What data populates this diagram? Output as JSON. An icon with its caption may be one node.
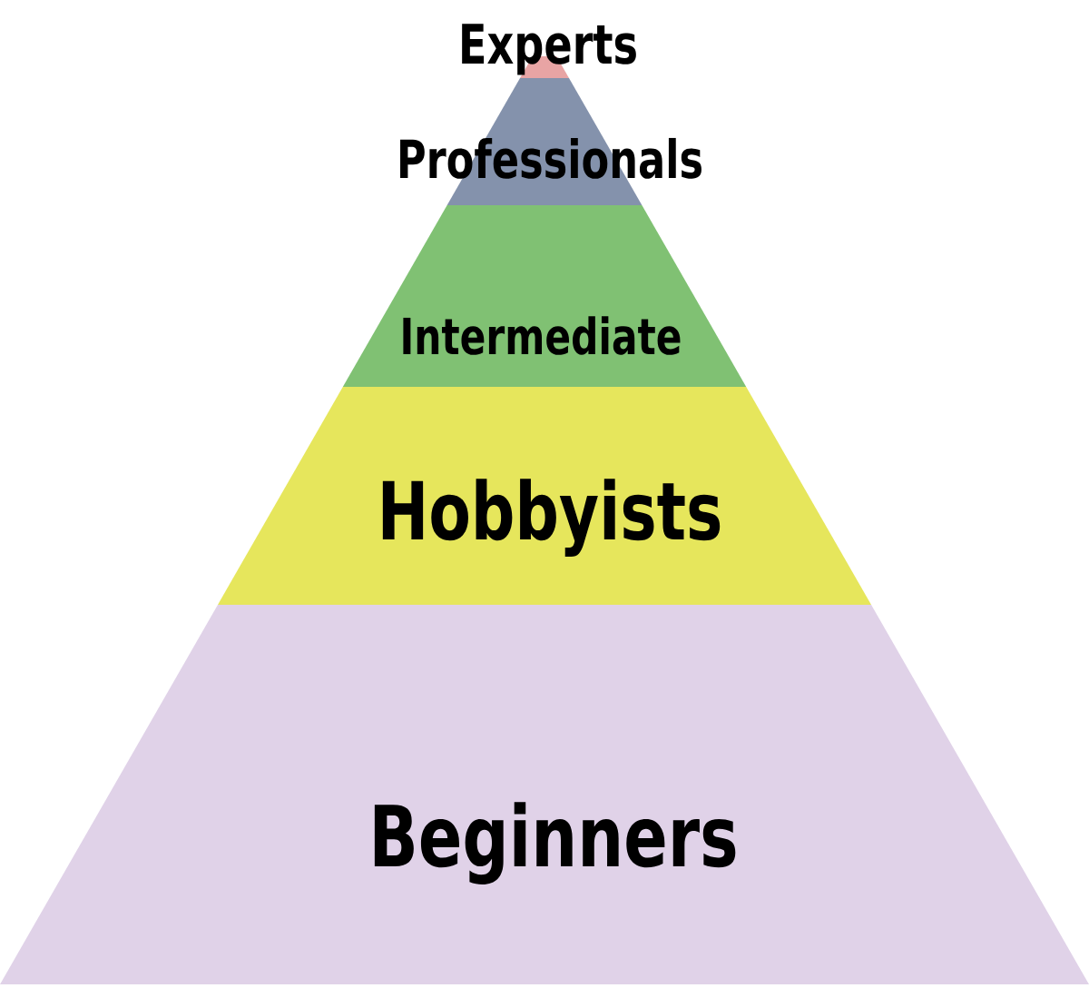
{
  "diagram": {
    "nodes": [
      {
        "text": [
          "Experts"
        ]
      },
      {
        "text": [
          "Professionals"
        ]
      },
      {
        "text": [
          "Intermediate"
        ]
      },
      {
        "text": [
          "Hobbyists"
        ]
      },
      {
        "text": [
          "Beginners"
        ]
      }
    ]
  }
}
